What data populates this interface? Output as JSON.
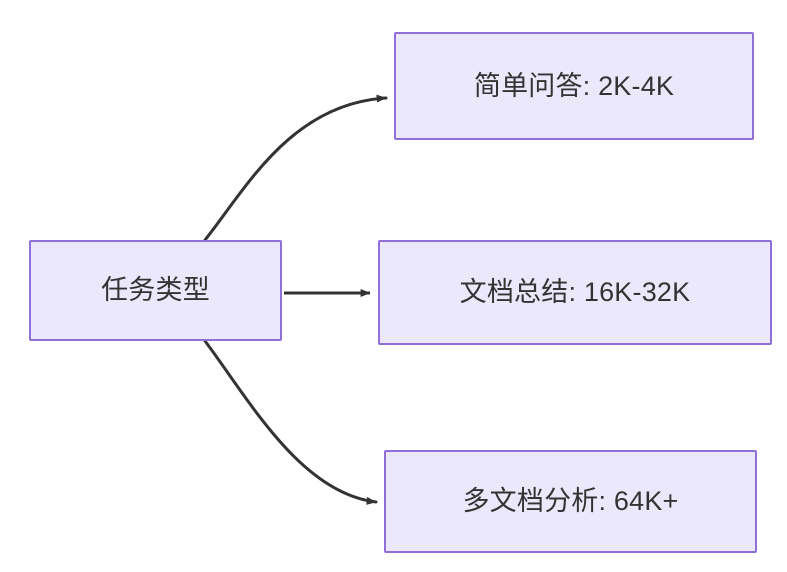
{
  "diagram": {
    "type": "flowchart",
    "direction": "left-to-right",
    "background_color": "#ffffff",
    "node_fill_color": "#ebe8fb",
    "node_border_color": "#9070d8",
    "node_text_color": "#333333",
    "edge_color": "#333333",
    "nodes": [
      {
        "id": "source",
        "label": "任务类型"
      },
      {
        "id": "simple",
        "label": "简单问答: 2K-4K"
      },
      {
        "id": "summary",
        "label": "文档总结: 16K-32K"
      },
      {
        "id": "multi",
        "label": "多文档分析: 64K+"
      }
    ],
    "edges": [
      {
        "id": "edge-source-simple",
        "from": "source",
        "to": "simple",
        "style": "curved",
        "arrow": "single"
      },
      {
        "id": "edge-source-summary",
        "from": "source",
        "to": "summary",
        "style": "straight",
        "arrow": "single"
      },
      {
        "id": "edge-source-multi",
        "from": "source",
        "to": "multi",
        "style": "curved",
        "arrow": "single"
      }
    ]
  }
}
